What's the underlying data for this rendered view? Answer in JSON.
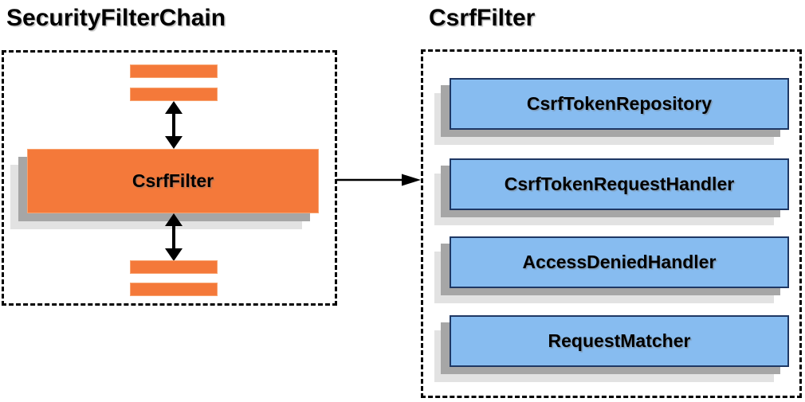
{
  "left_panel": {
    "title": "SecurityFilterChain",
    "csrf_filter_label": "CsrfFilter"
  },
  "right_panel": {
    "title": "CsrfFilter",
    "components": [
      "CsrfTokenRepository",
      "CsrfTokenRequestHandler",
      "AccessDeniedHandler",
      "RequestMatcher"
    ]
  },
  "colors": {
    "page_bg": "#FFFFFF",
    "orange": "#F4793A",
    "orange_border": "#F8A36F",
    "blue_fill": "#87BCF0",
    "blue_border": "#1F3864",
    "shadow_dark": "#A6A6A6",
    "shadow_light": "#E2E2E2",
    "arrow": "#000000",
    "dashed_border": "#000000"
  }
}
